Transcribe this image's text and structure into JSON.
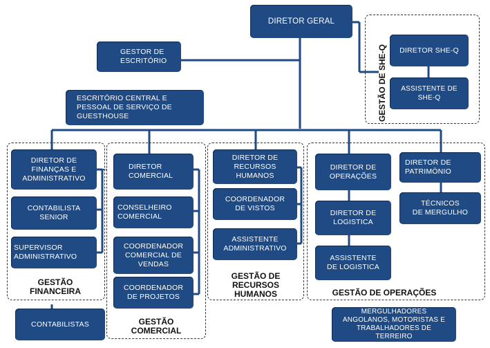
{
  "nodes": {
    "diretor_geral": "DIRETOR GERAL",
    "gestor_escritorio": "GESTOR DE\nESCRITÓRIO",
    "escritorio_central": "ESCRITÓRIO CENTRAL E\nPESSOAL DE SERVIÇO DE\nGUESTHOUSE",
    "diretor_she_q": "DIRETOR SHE-Q",
    "assistente_she_q": "ASSISTENTE DE SHE-Q",
    "diretor_financas": "DIRETOR DE\nFINANÇAS E\nADMINISTRATIVO",
    "contabilista_senior": "CONTABILISTA\nSENIOR",
    "supervisor_administrativo": "SUPERVISOR\nADMINISTRATIVO",
    "contabilistas": "CONTABILISTAS",
    "diretor_comercial": "DIRETOR\nCOMERCIAL",
    "conselheiro_comercial": "CONSELHEIRO\nCOMERCIAL",
    "coordenador_comercial_vendas": "COORDENADOR\nCOMERCIAL DE\nVENDAS",
    "coordenador_projetos": "COORDENADOR\nDE PROJETOS",
    "diretor_recursos_humanos": "DIRETOR DE\nRECURSOS\nHUMANOS",
    "coordenador_vistos": "COORDENADOR\nDE VISTOS",
    "assistente_administrativo": "ASSISTENTE\nADMINISTRATIVO",
    "diretor_operacoes": "DIRETOR DE\nOPERAÇÕES",
    "diretor_logistica": "DIRETOR DE\nLOGISTICA",
    "assistente_logistica": "ASSISTENTE\nDE LOGISTICA",
    "diretor_patrimonio": "DIRETOR DE\nPATRIMÓNIO",
    "tecnicos_mergulho": "TÉCNICOS\nDE MERGULHO",
    "mergulhadores": "MERGULHADORES\nANGOLANOS, MOTORISTAS E\nTRABALHADORES DE\nTERREIRO"
  },
  "groups": {
    "she_q": "GESTÃO DE SHE-Q",
    "financeira": "GESTÃO\nFINANCEIRA",
    "comercial": "GESTÃO\nCOMERCIAL",
    "recursos_humanos": "GESTÃO DE\nRECURSOS\nHUMANOS",
    "operacoes": "GESTÃO DE OPERAÇÕES"
  },
  "colors": {
    "box": "#1f4a84",
    "line": "#1f4a84",
    "border": "#333333"
  }
}
